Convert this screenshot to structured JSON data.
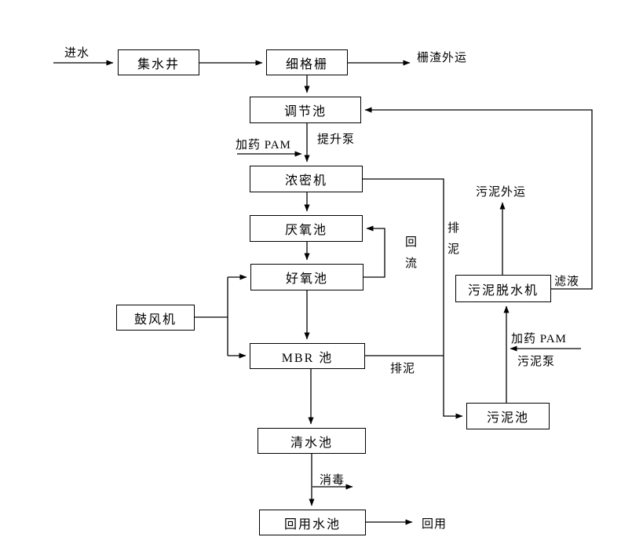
{
  "diagram": {
    "nodes": {
      "collection_well": "集水井",
      "fine_screen": "细格栅",
      "regulation_tank": "调节池",
      "thickener": "浓密机",
      "anaerobic_tank": "厌氧池",
      "aerobic_tank": "好氧池",
      "blower": "鼓风机",
      "mbr_tank": "MBR 池",
      "clear_water_tank": "清水池",
      "reuse_water_tank": "回用水池",
      "sludge_tank": "污泥池",
      "sludge_dewatering_machine": "污泥脱水机"
    },
    "labels": {
      "influent": "进水",
      "screen_residue_out": "栅渣外运",
      "dose_pam_top": "加药 PAM",
      "lift_pump": "提升泵",
      "reflux": "回流",
      "sludge_discharge_vertical": "排泥",
      "sludge_discharge_horizontal": "排泥",
      "sludge_out": "污泥外运",
      "filtrate": "滤液",
      "dose_pam_bottom": "加药 PAM",
      "sludge_pump": "污泥泵",
      "disinfection": "消毒",
      "reuse": "回用"
    },
    "colors": {
      "line": "#000000",
      "box_border": "#000000",
      "background": "#ffffff"
    }
  }
}
